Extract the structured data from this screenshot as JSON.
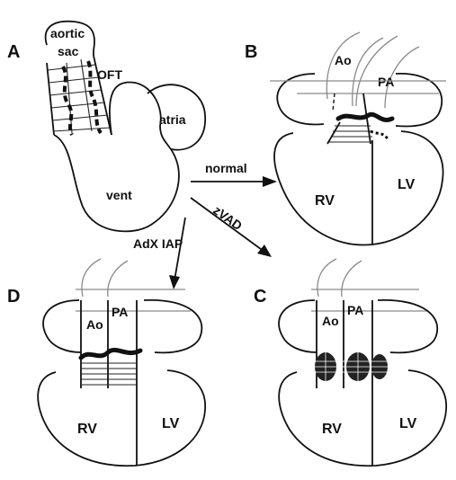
{
  "panels": {
    "a": {
      "letter": "A",
      "aortic_sac_line1": "aortic",
      "aortic_sac_line2": "sac",
      "oft": "OFT",
      "atria": "atria",
      "vent": "vent"
    },
    "b": {
      "letter": "B",
      "ao": "Ao",
      "pa": "PA",
      "rv": "RV",
      "lv": "LV"
    },
    "c": {
      "letter": "C",
      "ao": "Ao",
      "pa": "PA",
      "rv": "RV",
      "lv": "LV"
    },
    "d": {
      "letter": "D",
      "ao": "Ao",
      "pa": "PA",
      "rv": "RV",
      "lv": "LV"
    }
  },
  "arrows": {
    "normal": "normal",
    "zvad": "zVAD",
    "adx_iap": "AdX IAP"
  }
}
